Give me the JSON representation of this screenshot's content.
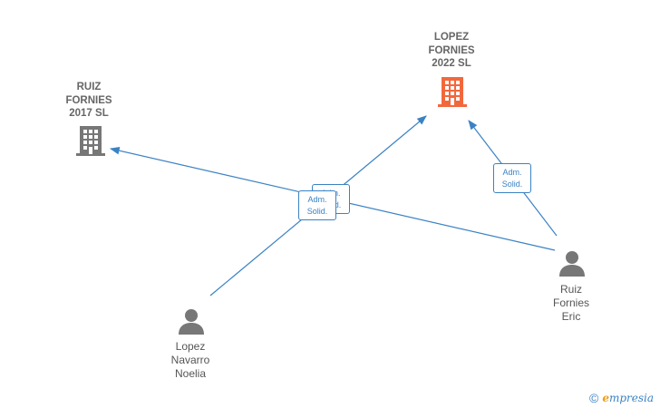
{
  "companies": [
    {
      "id": "ruiz-fornies-2017",
      "lines": [
        "RUIZ",
        "FORNIES",
        "2017  SL"
      ],
      "color": "#777777"
    },
    {
      "id": "lopez-fornies-2022",
      "lines": [
        "LOPEZ",
        "FORNIES",
        "2022  SL"
      ],
      "color": "#f2683c"
    }
  ],
  "persons": [
    {
      "id": "lopez-navarro-noelia",
      "lines": [
        "Lopez",
        "Navarro",
        "Noelia"
      ]
    },
    {
      "id": "ruiz-fornies-eric",
      "lines": [
        "Ruiz",
        "Fornies",
        "Eric"
      ]
    }
  ],
  "edges": [
    {
      "from": "lopez-navarro-noelia",
      "to": "lopez-fornies-2022",
      "label": [
        "Adm.",
        "Solid."
      ]
    },
    {
      "from": "ruiz-fornies-eric",
      "to": "ruiz-fornies-2017",
      "label": [
        "Adm.",
        "Solid."
      ]
    },
    {
      "from": "ruiz-fornies-eric",
      "to": "lopez-fornies-2022",
      "label": [
        "Adm.",
        "Solid."
      ]
    }
  ],
  "colors": {
    "edge": "#3b82c4",
    "person_icon": "#777777"
  },
  "brand": {
    "copyright": "©",
    "name_first": "e",
    "name_rest": "mpresia"
  }
}
